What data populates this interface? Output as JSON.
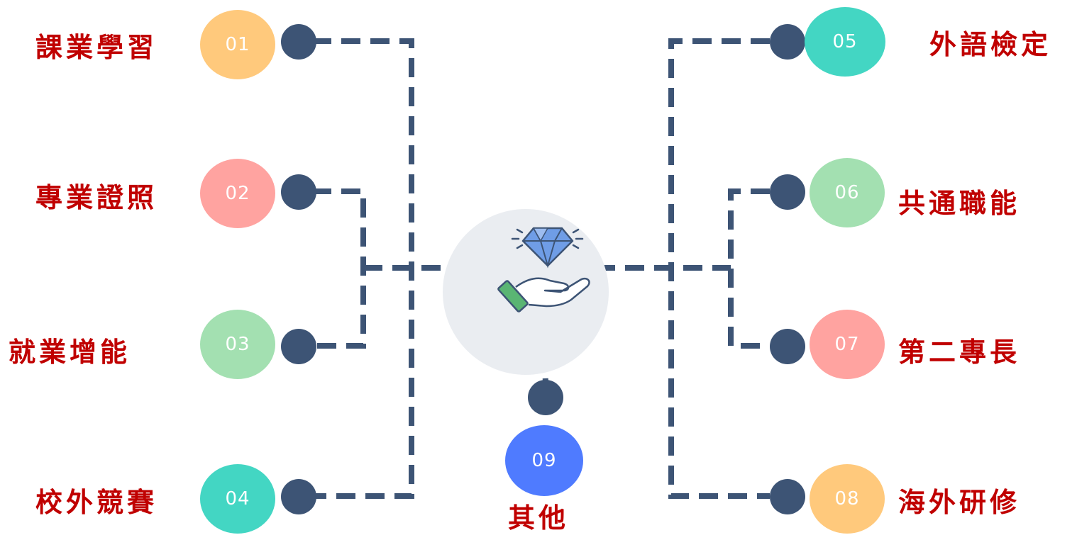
{
  "colors": {
    "line": "#3d5475",
    "label": "#c00000",
    "hub": "#eaedf1",
    "orange": "#ffc97c",
    "pink": "#ffa3a0",
    "green": "#a3e0b1",
    "teal": "#43d6c3",
    "blue": "#4f7bff"
  },
  "hub_icon": "hand-holding-diamond-icon",
  "items": [
    {
      "number": "01",
      "label": "課業學習",
      "color": "orange"
    },
    {
      "number": "02",
      "label": "專業證照",
      "color": "pink"
    },
    {
      "number": "03",
      "label": "就業增能",
      "color": "green"
    },
    {
      "number": "04",
      "label": "校外競賽",
      "color": "teal"
    },
    {
      "number": "05",
      "label": "外語檢定",
      "color": "teal"
    },
    {
      "number": "06",
      "label": "共通職能",
      "color": "green"
    },
    {
      "number": "07",
      "label": "第二專長",
      "color": "pink"
    },
    {
      "number": "08",
      "label": "海外研修",
      "color": "orange"
    },
    {
      "number": "09",
      "label": "其他",
      "color": "blue"
    }
  ]
}
